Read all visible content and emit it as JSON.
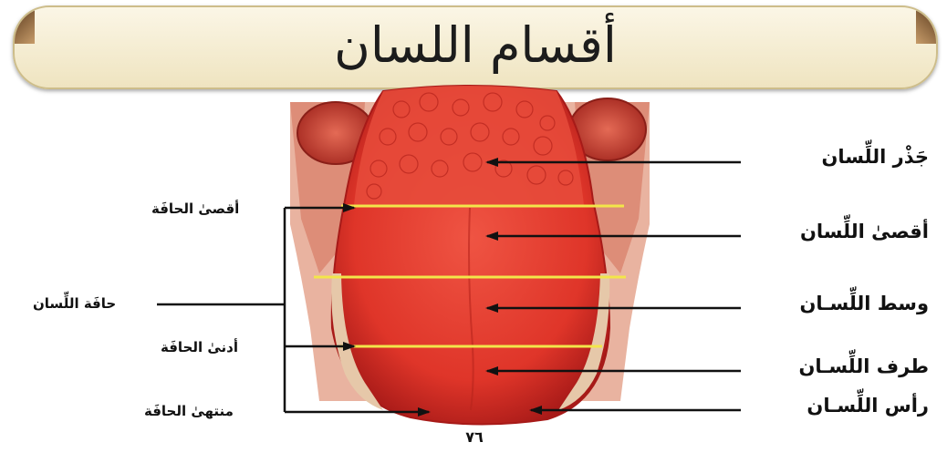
{
  "title": "أقسام اللسان",
  "labels": {
    "root": "جَذْر اللِّسان",
    "back": "أقصىٰ اللِّسان",
    "middle": "وسط اللِّسـان",
    "tip_part": "طرف اللِّسـان",
    "apex": "رأس اللِّسـان"
  },
  "side_labels": {
    "far_edge": "أقصىٰ الحافَة",
    "edge": "حافَة اللِّسان",
    "near_edge": "أدنىٰ الحافَة",
    "edge_end": "منتهىٰ الحافَة"
  },
  "page_number": "٧٦",
  "colors": {
    "tongue": "#e23a2e",
    "tongue_dark": "#a71a18",
    "divider_lines": "#f2e64a",
    "arrows": "#111111"
  }
}
